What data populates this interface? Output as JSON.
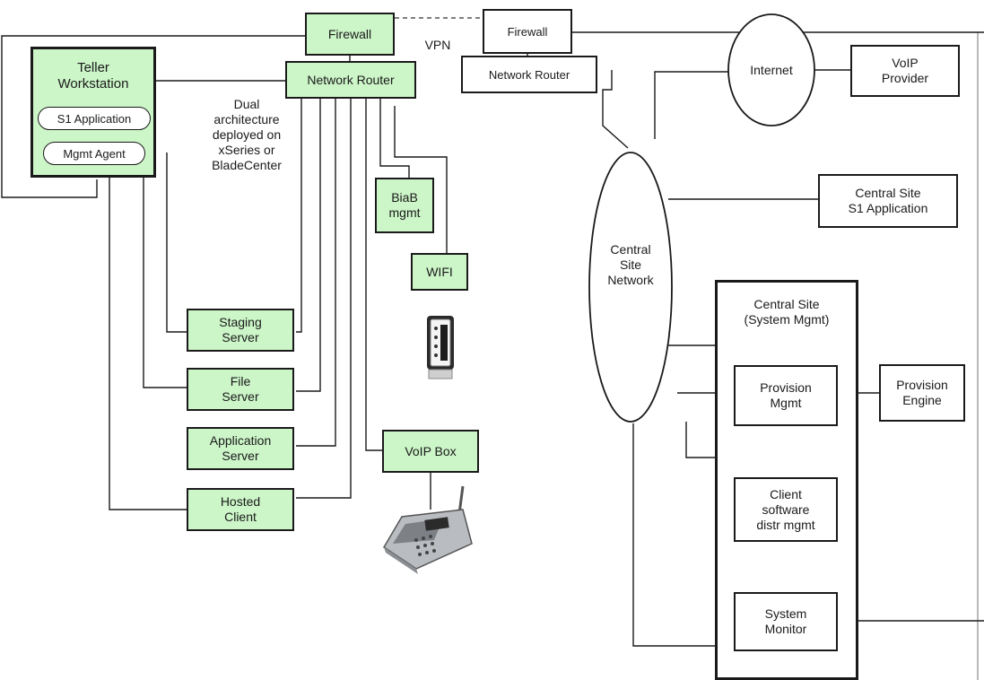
{
  "nodes": {
    "firewall_left": "Firewall",
    "firewall_right": "Firewall",
    "vpn": "VPN",
    "router_left": "Network Router",
    "router_right": "Network Router",
    "teller": "Teller\nWorkstation",
    "s1_app": "S1 Application",
    "mgmt_agent": "Mgmt Agent",
    "dual_note": "Dual\narchitecture\ndeployed on\nxSeries or\nBladeCenter",
    "biab": "BiaB\nmgmt",
    "wifi": "WIFI",
    "staging": "Staging\nServer",
    "file_server": "File\nServer",
    "app_server": "Application\nServer",
    "hosted_client": "Hosted\nClient",
    "voip_box": "VoIP Box",
    "internet": "Internet",
    "voip_provider": "VoIP\nProvider",
    "central_network": "Central\nSite\nNetwork",
    "central_s1": "Central Site\nS1 Application",
    "central_sysmgmt": "Central Site\n(System Mgmt)",
    "provision_mgmt": "Provision\nMgmt",
    "provision_engine": "Provision\nEngine",
    "client_sw": "Client\nsoftware\ndistr mgmt",
    "system_monitor": "System\nMonitor"
  },
  "colors": {
    "node_fill": "#ccf5c8",
    "line": "#1a1a1a"
  },
  "icons": [
    "wifi-router-device-icon",
    "desk-phone-icon"
  ]
}
